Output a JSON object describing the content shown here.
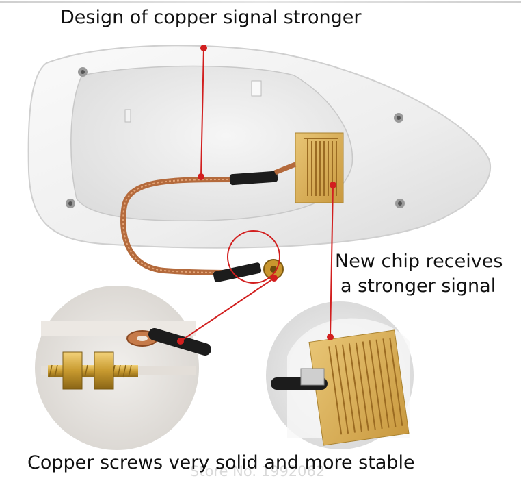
{
  "captions": {
    "top": "Design of copper signal stronger",
    "right_line1": "New chip receives",
    "right_line2": "a stronger signal",
    "bottom": "Copper screws very solid and more stable"
  },
  "watermark": "Store No. 1992062",
  "colors": {
    "pointer_red": "#d21f1f",
    "copper": "#b46a3c",
    "board_gold": "#d9b25a",
    "shell_white": "#f4f4f4"
  }
}
